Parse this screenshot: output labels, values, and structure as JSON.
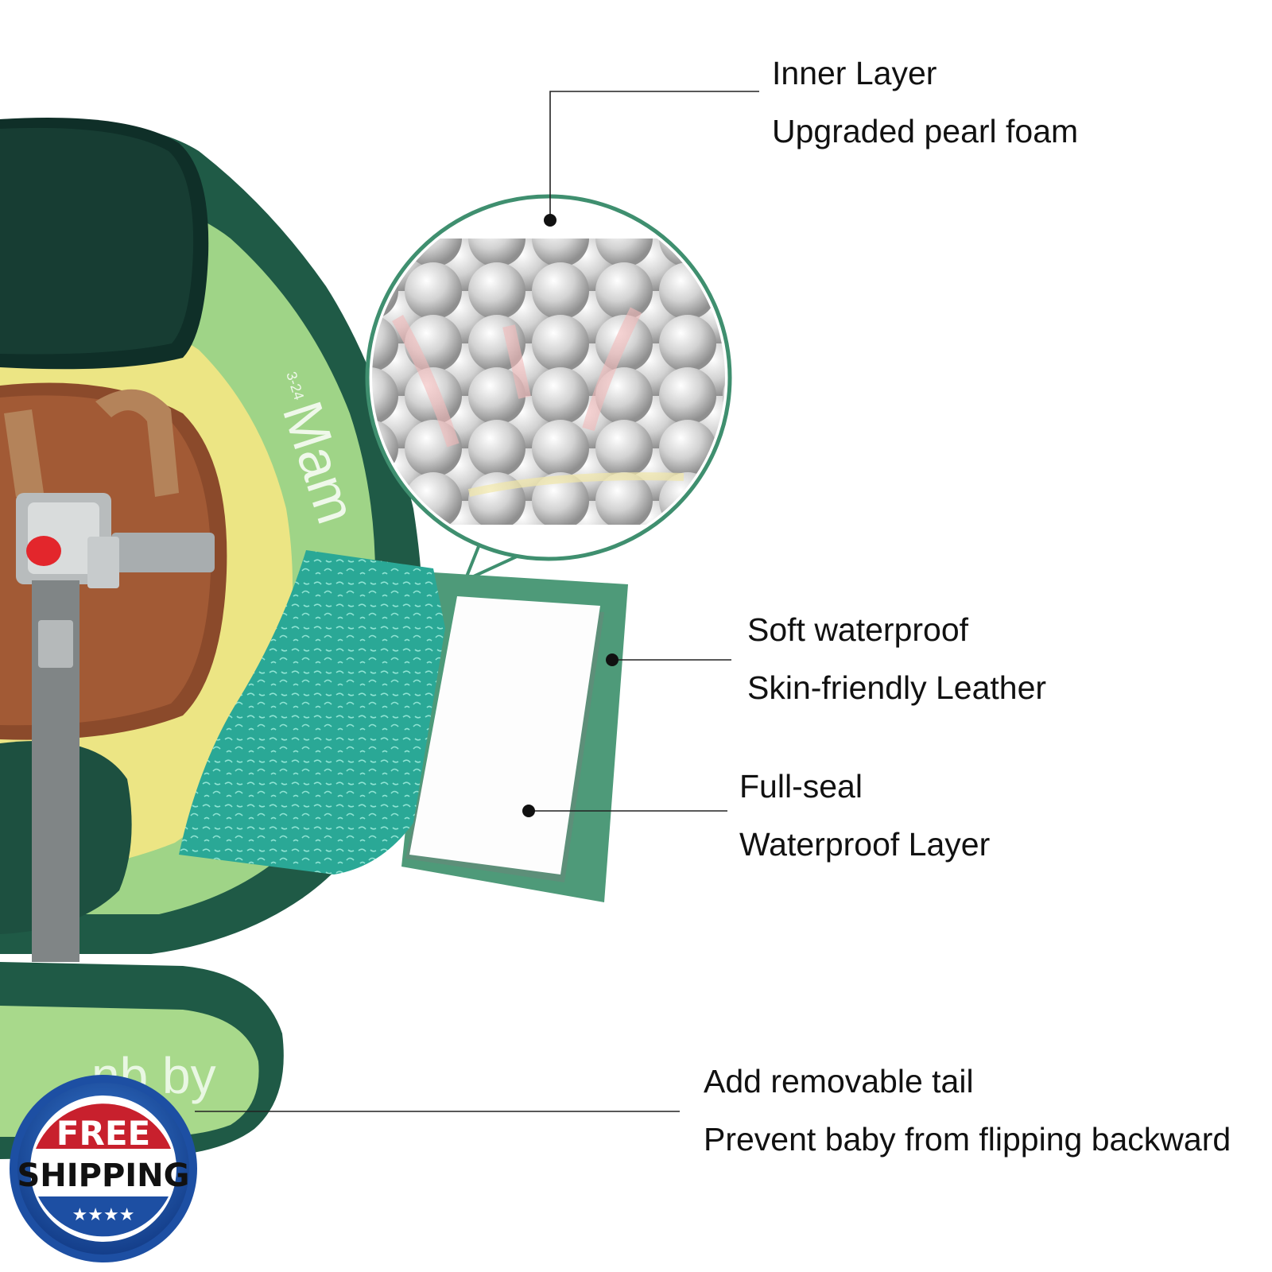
{
  "callouts": {
    "inner_layer": {
      "title": "Inner Layer",
      "detail": "Upgraded pearl foam"
    },
    "leather": {
      "title": "Soft waterproof",
      "detail": "Skin-friendly Leather"
    },
    "waterproof": {
      "title": "Full-seal",
      "detail": "Waterproof Layer"
    },
    "tail": {
      "title": "Add removable tail",
      "detail": "Prevent baby from flipping backward"
    }
  },
  "product": {
    "brand_partial_top": "Mam",
    "brand_partial_tail": "nb by",
    "size_tag": "3-24"
  },
  "badge": {
    "line1": "FREE",
    "line2": "SHIPPING",
    "stars": "★★★★"
  },
  "colors": {
    "dark_green": "#1f5a46",
    "mid_green": "#3f8f6f",
    "light_green": "#a8d98b",
    "yellow": "#eee788",
    "brown": "#8b4a2b",
    "teal_foam": "#2fae9b",
    "badge_red": "#c8202d",
    "badge_blue": "#1d4fa3"
  }
}
